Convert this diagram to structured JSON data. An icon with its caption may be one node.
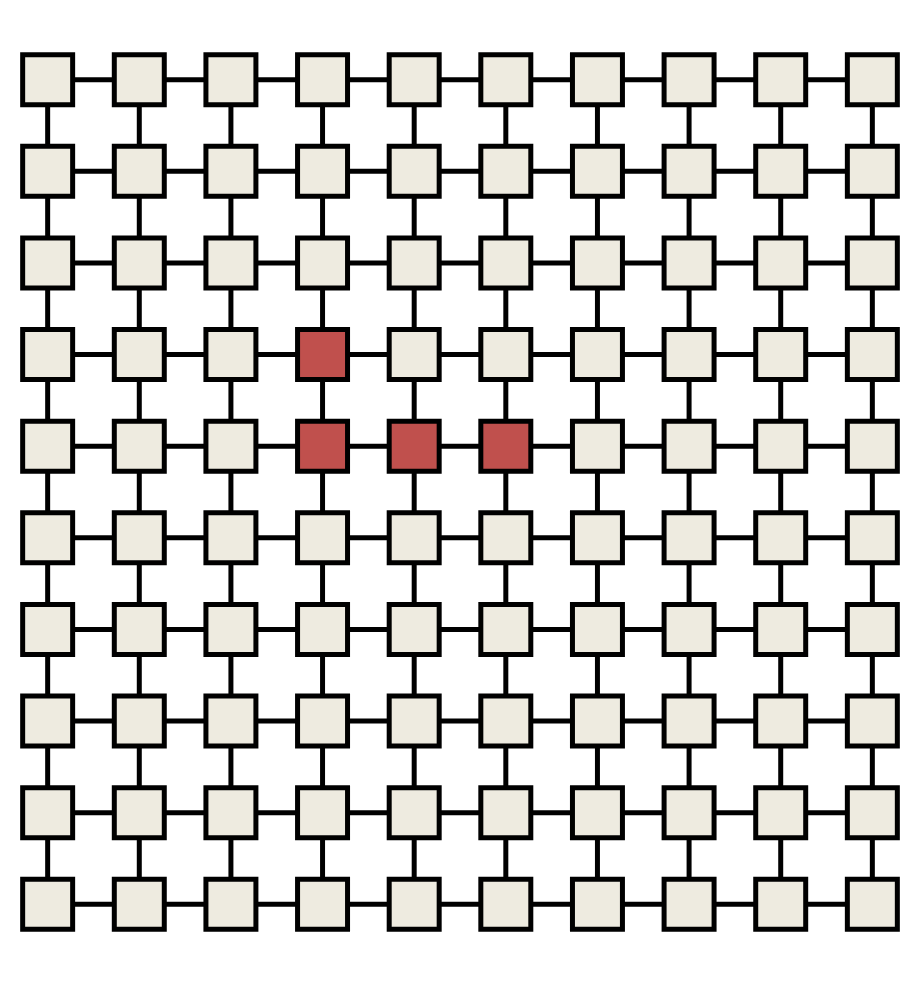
{
  "diagram": {
    "nodes": [
      {
        "text": [],
        "shape": "box"
      },
      {
        "text": [],
        "shape": "box"
      },
      {
        "text": [],
        "shape": "box"
      },
      {
        "text": [],
        "shape": "box"
      },
      {
        "text": [],
        "shape": "box"
      },
      {
        "text": [],
        "shape": "box"
      },
      {
        "text": [],
        "shape": "box"
      },
      {
        "text": [],
        "shape": "box"
      },
      {
        "text": [],
        "shape": "box"
      },
      {
        "text": [],
        "shape": "box"
      },
      {
        "text": [],
        "shape": "box"
      },
      {
        "text": [],
        "shape": "box"
      },
      {
        "text": [],
        "shape": "box"
      },
      {
        "text": [],
        "shape": "box"
      },
      {
        "text": [],
        "shape": "box"
      },
      {
        "text": [],
        "shape": "box"
      },
      {
        "text": [],
        "shape": "box"
      },
      {
        "text": [],
        "shape": "box"
      },
      {
        "text": [],
        "shape": "box"
      },
      {
        "text": [],
        "shape": "box"
      },
      {
        "text": [],
        "shape": "box"
      },
      {
        "text": [],
        "shape": "box"
      },
      {
        "text": [],
        "shape": "box"
      },
      {
        "text": [],
        "shape": "box"
      },
      {
        "text": [],
        "shape": "box"
      },
      {
        "text": [],
        "shape": "box"
      },
      {
        "text": [],
        "shape": "box"
      },
      {
        "text": [],
        "shape": "box"
      },
      {
        "text": [],
        "shape": "box"
      },
      {
        "text": [],
        "shape": "box"
      },
      {
        "text": [],
        "shape": "box"
      },
      {
        "text": [],
        "shape": "box"
      },
      {
        "text": [],
        "shape": "box"
      },
      {
        "text": [],
        "shape": "box"
      },
      {
        "text": [],
        "shape": "box"
      },
      {
        "text": [],
        "shape": "box"
      },
      {
        "text": [],
        "shape": "box"
      },
      {
        "text": [],
        "shape": "box"
      },
      {
        "text": [],
        "shape": "box"
      },
      {
        "text": [],
        "shape": "box"
      },
      {
        "text": [],
        "shape": "box"
      },
      {
        "text": [],
        "shape": "box"
      },
      {
        "text": [],
        "shape": "box"
      },
      {
        "text": [],
        "shape": "box"
      },
      {
        "text": [],
        "shape": "box"
      },
      {
        "text": [],
        "shape": "box"
      },
      {
        "text": [],
        "shape": "box"
      },
      {
        "text": [],
        "shape": "box"
      },
      {
        "text": [],
        "shape": "box"
      },
      {
        "text": [],
        "shape": "box"
      },
      {
        "text": [],
        "shape": "box"
      },
      {
        "text": [],
        "shape": "box"
      },
      {
        "text": [],
        "shape": "box"
      },
      {
        "text": [],
        "shape": "box"
      },
      {
        "text": [],
        "shape": "box"
      },
      {
        "text": [],
        "shape": "box"
      },
      {
        "text": [],
        "shape": "box"
      },
      {
        "text": [],
        "shape": "box"
      },
      {
        "text": [],
        "shape": "box"
      },
      {
        "text": [],
        "shape": "box"
      },
      {
        "text": [],
        "shape": "box"
      },
      {
        "text": [],
        "shape": "box"
      },
      {
        "text": [],
        "shape": "box"
      },
      {
        "text": [],
        "shape": "box"
      },
      {
        "text": [],
        "shape": "box"
      },
      {
        "text": [],
        "shape": "box"
      },
      {
        "text": [],
        "shape": "box"
      },
      {
        "text": [],
        "shape": "box"
      },
      {
        "text": [],
        "shape": "box"
      },
      {
        "text": [],
        "shape": "box"
      },
      {
        "text": [],
        "shape": "box"
      },
      {
        "text": [],
        "shape": "box"
      },
      {
        "text": [],
        "shape": "box"
      },
      {
        "text": [],
        "shape": "box"
      },
      {
        "text": [],
        "shape": "box"
      },
      {
        "text": [],
        "shape": "box"
      },
      {
        "text": [],
        "shape": "box"
      },
      {
        "text": [],
        "shape": "box"
      },
      {
        "text": [],
        "shape": "box"
      },
      {
        "text": [],
        "shape": "box"
      },
      {
        "text": [],
        "shape": "box"
      },
      {
        "text": [],
        "shape": "box"
      },
      {
        "text": [],
        "shape": "box"
      },
      {
        "text": [],
        "shape": "box"
      },
      {
        "text": [],
        "shape": "box"
      },
      {
        "text": [],
        "shape": "box"
      },
      {
        "text": [],
        "shape": "box"
      },
      {
        "text": [],
        "shape": "box"
      },
      {
        "text": [],
        "shape": "box"
      },
      {
        "text": [],
        "shape": "box"
      },
      {
        "text": [],
        "shape": "box"
      },
      {
        "text": [],
        "shape": "box"
      },
      {
        "text": [],
        "shape": "box"
      },
      {
        "text": [],
        "shape": "box"
      },
      {
        "text": [],
        "shape": "box"
      },
      {
        "text": [],
        "shape": "box"
      },
      {
        "text": [],
        "shape": "box"
      },
      {
        "text": [],
        "shape": "box"
      },
      {
        "text": [],
        "shape": "box"
      },
      {
        "text": [],
        "shape": "box"
      }
    ],
    "edges": [
      {
        "from": 0,
        "to": 1,
        "arrow": "none"
      },
      {
        "from": 1,
        "to": 2,
        "arrow": "none"
      },
      {
        "from": 2,
        "to": 3,
        "arrow": "none"
      },
      {
        "from": 3,
        "to": 4,
        "arrow": "none"
      },
      {
        "from": 4,
        "to": 5,
        "arrow": "none"
      },
      {
        "from": 5,
        "to": 6,
        "arrow": "none"
      },
      {
        "from": 6,
        "to": 7,
        "arrow": "none"
      },
      {
        "from": 7,
        "to": 8,
        "arrow": "none"
      },
      {
        "from": 8,
        "to": 9,
        "arrow": "none"
      },
      {
        "from": 10,
        "to": 11,
        "arrow": "none"
      },
      {
        "from": 11,
        "to": 12,
        "arrow": "none"
      },
      {
        "from": 12,
        "to": 13,
        "arrow": "none"
      },
      {
        "from": 13,
        "to": 14,
        "arrow": "none"
      },
      {
        "from": 14,
        "to": 15,
        "arrow": "none"
      },
      {
        "from": 15,
        "to": 16,
        "arrow": "none"
      },
      {
        "from": 16,
        "to": 17,
        "arrow": "none"
      },
      {
        "from": 17,
        "to": 18,
        "arrow": "none"
      },
      {
        "from": 18,
        "to": 19,
        "arrow": "none"
      },
      {
        "from": 20,
        "to": 21,
        "arrow": "none"
      },
      {
        "from": 21,
        "to": 22,
        "arrow": "none"
      },
      {
        "from": 22,
        "to": 23,
        "arrow": "none"
      },
      {
        "from": 23,
        "to": 24,
        "arrow": "none"
      },
      {
        "from": 24,
        "to": 25,
        "arrow": "none"
      },
      {
        "from": 25,
        "to": 26,
        "arrow": "none"
      },
      {
        "from": 26,
        "to": 27,
        "arrow": "none"
      },
      {
        "from": 27,
        "to": 28,
        "arrow": "none"
      },
      {
        "from": 28,
        "to": 29,
        "arrow": "none"
      },
      {
        "from": 30,
        "to": 31,
        "arrow": "none"
      },
      {
        "from": 31,
        "to": 32,
        "arrow": "none"
      },
      {
        "from": 32,
        "to": 33,
        "arrow": "none"
      },
      {
        "from": 33,
        "to": 34,
        "arrow": "none"
      },
      {
        "from": 34,
        "to": 35,
        "arrow": "none"
      },
      {
        "from": 35,
        "to": 36,
        "arrow": "none"
      },
      {
        "from": 36,
        "to": 37,
        "arrow": "none"
      },
      {
        "from": 37,
        "to": 38,
        "arrow": "none"
      },
      {
        "from": 38,
        "to": 39,
        "arrow": "none"
      },
      {
        "from": 40,
        "to": 41,
        "arrow": "none"
      },
      {
        "from": 41,
        "to": 42,
        "arrow": "none"
      },
      {
        "from": 42,
        "to": 43,
        "arrow": "none"
      },
      {
        "from": 43,
        "to": 44,
        "arrow": "none"
      },
      {
        "from": 44,
        "to": 45,
        "arrow": "none"
      },
      {
        "from": 45,
        "to": 46,
        "arrow": "none"
      },
      {
        "from": 46,
        "to": 47,
        "arrow": "none"
      },
      {
        "from": 47,
        "to": 48,
        "arrow": "none"
      },
      {
        "from": 48,
        "to": 49,
        "arrow": "none"
      },
      {
        "from": 50,
        "to": 51,
        "arrow": "none"
      },
      {
        "from": 51,
        "to": 52,
        "arrow": "none"
      },
      {
        "from": 52,
        "to": 53,
        "arrow": "none"
      },
      {
        "from": 53,
        "to": 54,
        "arrow": "none"
      },
      {
        "from": 54,
        "to": 55,
        "arrow": "none"
      },
      {
        "from": 55,
        "to": 56,
        "arrow": "none"
      },
      {
        "from": 56,
        "to": 57,
        "arrow": "none"
      },
      {
        "from": 57,
        "to": 58,
        "arrow": "none"
      },
      {
        "from": 58,
        "to": 59,
        "arrow": "none"
      },
      {
        "from": 60,
        "to": 61,
        "arrow": "none"
      },
      {
        "from": 61,
        "to": 62,
        "arrow": "none"
      },
      {
        "from": 62,
        "to": 63,
        "arrow": "none"
      },
      {
        "from": 63,
        "to": 64,
        "arrow": "none"
      },
      {
        "from": 64,
        "to": 65,
        "arrow": "none"
      },
      {
        "from": 65,
        "to": 66,
        "arrow": "none"
      },
      {
        "from": 66,
        "to": 67,
        "arrow": "none"
      },
      {
        "from": 67,
        "to": 68,
        "arrow": "none"
      },
      {
        "from": 68,
        "to": 69,
        "arrow": "none"
      },
      {
        "from": 70,
        "to": 71,
        "arrow": "none"
      },
      {
        "from": 71,
        "to": 72,
        "arrow": "none"
      },
      {
        "from": 72,
        "to": 73,
        "arrow": "none"
      },
      {
        "from": 73,
        "to": 74,
        "arrow": "none"
      },
      {
        "from": 74,
        "to": 75,
        "arrow": "none"
      },
      {
        "from": 75,
        "to": 76,
        "arrow": "none"
      },
      {
        "from": 76,
        "to": 77,
        "arrow": "none"
      },
      {
        "from": 77,
        "to": 78,
        "arrow": "none"
      },
      {
        "from": 78,
        "to": 79,
        "arrow": "none"
      },
      {
        "from": 80,
        "to": 81,
        "arrow": "none"
      },
      {
        "from": 81,
        "to": 82,
        "arrow": "none"
      },
      {
        "from": 82,
        "to": 83,
        "arrow": "none"
      },
      {
        "from": 83,
        "to": 84,
        "arrow": "none"
      },
      {
        "from": 84,
        "to": 85,
        "arrow": "none"
      },
      {
        "from": 85,
        "to": 86,
        "arrow": "none"
      },
      {
        "from": 86,
        "to": 87,
        "arrow": "none"
      },
      {
        "from": 87,
        "to": 88,
        "arrow": "none"
      },
      {
        "from": 88,
        "to": 89,
        "arrow": "none"
      },
      {
        "from": 90,
        "to": 91,
        "arrow": "none"
      },
      {
        "from": 91,
        "to": 92,
        "arrow": "none"
      },
      {
        "from": 92,
        "to": 93,
        "arrow": "none"
      },
      {
        "from": 93,
        "to": 94,
        "arrow": "none"
      },
      {
        "from": 94,
        "to": 95,
        "arrow": "none"
      },
      {
        "from": 95,
        "to": 96,
        "arrow": "none"
      },
      {
        "from": 96,
        "to": 97,
        "arrow": "none"
      },
      {
        "from": 97,
        "to": 98,
        "arrow": "none"
      },
      {
        "from": 98,
        "to": 99,
        "arrow": "none"
      },
      {
        "from": 0,
        "to": 10,
        "arrow": "none"
      },
      {
        "from": 1,
        "to": 11,
        "arrow": "none"
      },
      {
        "from": 2,
        "to": 12,
        "arrow": "none"
      },
      {
        "from": 3,
        "to": 13,
        "arrow": "none"
      },
      {
        "from": 4,
        "to": 14,
        "arrow": "none"
      },
      {
        "from": 5,
        "to": 15,
        "arrow": "none"
      },
      {
        "from": 6,
        "to": 16,
        "arrow": "none"
      },
      {
        "from": 7,
        "to": 17,
        "arrow": "none"
      },
      {
        "from": 8,
        "to": 18,
        "arrow": "none"
      },
      {
        "from": 9,
        "to": 19,
        "arrow": "none"
      },
      {
        "from": 10,
        "to": 20,
        "arrow": "none"
      },
      {
        "from": 11,
        "to": 21,
        "arrow": "none"
      },
      {
        "from": 12,
        "to": 22,
        "arrow": "none"
      },
      {
        "from": 13,
        "to": 23,
        "arrow": "none"
      },
      {
        "from": 14,
        "to": 24,
        "arrow": "none"
      },
      {
        "from": 15,
        "to": 25,
        "arrow": "none"
      },
      {
        "from": 16,
        "to": 26,
        "arrow": "none"
      },
      {
        "from": 17,
        "to": 27,
        "arrow": "none"
      },
      {
        "from": 18,
        "to": 28,
        "arrow": "none"
      },
      {
        "from": 19,
        "to": 29,
        "arrow": "none"
      },
      {
        "from": 20,
        "to": 30,
        "arrow": "none"
      },
      {
        "from": 21,
        "to": 31,
        "arrow": "none"
      },
      {
        "from": 22,
        "to": 32,
        "arrow": "none"
      },
      {
        "from": 23,
        "to": 33,
        "arrow": "none"
      },
      {
        "from": 24,
        "to": 34,
        "arrow": "none"
      },
      {
        "from": 25,
        "to": 35,
        "arrow": "none"
      },
      {
        "from": 26,
        "to": 36,
        "arrow": "none"
      },
      {
        "from": 27,
        "to": 37,
        "arrow": "none"
      },
      {
        "from": 28,
        "to": 38,
        "arrow": "none"
      },
      {
        "from": 29,
        "to": 39,
        "arrow": "none"
      },
      {
        "from": 30,
        "to": 40,
        "arrow": "none"
      },
      {
        "from": 31,
        "to": 41,
        "arrow": "none"
      },
      {
        "from": 32,
        "to": 42,
        "arrow": "none"
      },
      {
        "from": 33,
        "to": 43,
        "arrow": "none"
      },
      {
        "from": 34,
        "to": 44,
        "arrow": "none"
      },
      {
        "from": 35,
        "to": 45,
        "arrow": "none"
      },
      {
        "from": 36,
        "to": 46,
        "arrow": "none"
      },
      {
        "from": 37,
        "to": 47,
        "arrow": "none"
      },
      {
        "from": 38,
        "to": 48,
        "arrow": "none"
      },
      {
        "from": 39,
        "to": 49,
        "arrow": "none"
      },
      {
        "from": 40,
        "to": 50,
        "arrow": "none"
      },
      {
        "from": 41,
        "to": 51,
        "arrow": "none"
      },
      {
        "from": 42,
        "to": 52,
        "arrow": "none"
      },
      {
        "from": 43,
        "to": 53,
        "arrow": "none"
      },
      {
        "from": 44,
        "to": 54,
        "arrow": "none"
      },
      {
        "from": 45,
        "to": 55,
        "arrow": "none"
      },
      {
        "from": 46,
        "to": 56,
        "arrow": "none"
      },
      {
        "from": 47,
        "to": 57,
        "arrow": "none"
      },
      {
        "from": 48,
        "to": 58,
        "arrow": "none"
      },
      {
        "from": 49,
        "to": 59,
        "arrow": "none"
      },
      {
        "from": 50,
        "to": 60,
        "arrow": "none"
      },
      {
        "from": 51,
        "to": 61,
        "arrow": "none"
      },
      {
        "from": 52,
        "to": 62,
        "arrow": "none"
      },
      {
        "from": 53,
        "to": 63,
        "arrow": "none"
      },
      {
        "from": 54,
        "to": 64,
        "arrow": "none"
      },
      {
        "from": 55,
        "to": 65,
        "arrow": "none"
      },
      {
        "from": 56,
        "to": 66,
        "arrow": "none"
      },
      {
        "from": 57,
        "to": 67,
        "arrow": "none"
      },
      {
        "from": 58,
        "to": 68,
        "arrow": "none"
      },
      {
        "from": 59,
        "to": 69,
        "arrow": "none"
      },
      {
        "from": 60,
        "to": 70,
        "arrow": "none"
      },
      {
        "from": 61,
        "to": 71,
        "arrow": "none"
      },
      {
        "from": 62,
        "to": 72,
        "arrow": "none"
      },
      {
        "from": 63,
        "to": 73,
        "arrow": "none"
      },
      {
        "from": 64,
        "to": 74,
        "arrow": "none"
      },
      {
        "from": 65,
        "to": 75,
        "arrow": "none"
      },
      {
        "from": 66,
        "to": 76,
        "arrow": "none"
      },
      {
        "from": 67,
        "to": 77,
        "arrow": "none"
      },
      {
        "from": 68,
        "to": 78,
        "arrow": "none"
      },
      {
        "from": 69,
        "to": 79,
        "arrow": "none"
      },
      {
        "from": 70,
        "to": 80,
        "arrow": "none"
      },
      {
        "from": 71,
        "to": 81,
        "arrow": "none"
      },
      {
        "from": 72,
        "to": 82,
        "arrow": "none"
      },
      {
        "from": 73,
        "to": 83,
        "arrow": "none"
      },
      {
        "from": 74,
        "to": 84,
        "arrow": "none"
      },
      {
        "from": 75,
        "to": 85,
        "arrow": "none"
      },
      {
        "from": 76,
        "to": 86,
        "arrow": "none"
      },
      {
        "from": 77,
        "to": 87,
        "arrow": "none"
      },
      {
        "from": 78,
        "to": 88,
        "arrow": "none"
      },
      {
        "from": 79,
        "to": 89,
        "arrow": "none"
      },
      {
        "from": 80,
        "to": 90,
        "arrow": "none"
      },
      {
        "from": 81,
        "to": 91,
        "arrow": "none"
      },
      {
        "from": 82,
        "to": 92,
        "arrow": "none"
      },
      {
        "from": 83,
        "to": 93,
        "arrow": "none"
      },
      {
        "from": 84,
        "to": 94,
        "arrow": "none"
      },
      {
        "from": 85,
        "to": 95,
        "arrow": "none"
      },
      {
        "from": 86,
        "to": 96,
        "arrow": "none"
      },
      {
        "from": 87,
        "to": 97,
        "arrow": "none"
      },
      {
        "from": 88,
        "to": 98,
        "arrow": "none"
      },
      {
        "from": 89,
        "to": 99,
        "arrow": "none"
      }
    ]
  }
}
